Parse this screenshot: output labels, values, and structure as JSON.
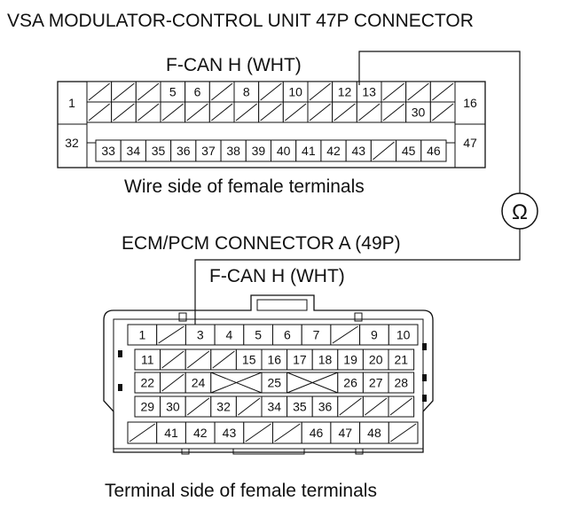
{
  "title": "VSA MODULATOR-CONTROL UNIT 47P CONNECTOR",
  "vsa": {
    "wire_label": "F-CAN H (WHT)",
    "caption": "Wire side of female terminals",
    "row1": [
      "1",
      "",
      "",
      "",
      "5",
      "6",
      "",
      "8",
      "",
      "10",
      "",
      "12",
      "13",
      "",
      "",
      "",
      "16"
    ],
    "row2_number": "30",
    "row3": [
      "32",
      "33",
      "34",
      "35",
      "36",
      "37",
      "38",
      "39",
      "40",
      "41",
      "42",
      "43",
      "",
      "45",
      "46",
      "47"
    ]
  },
  "meter_symbol": "Ω",
  "ecm": {
    "label": "ECM/PCM CONNECTOR A (49P)",
    "wire_label": "F-CAN H (WHT)",
    "caption": "Terminal side of female terminals",
    "row1": [
      "1",
      "",
      "3",
      "4",
      "5",
      "6",
      "7",
      "",
      "9",
      "10"
    ],
    "row2": [
      "11",
      "",
      "",
      "",
      "15",
      "16",
      "17",
      "18",
      "19",
      "20",
      "21"
    ],
    "row3": [
      "22",
      "",
      "24",
      "",
      "25",
      "",
      "26",
      "27",
      "28"
    ],
    "row4": [
      "29",
      "30",
      "",
      "32",
      "",
      "34",
      "35",
      "36",
      "",
      "",
      ""
    ],
    "row5": [
      "",
      "41",
      "42",
      "43",
      "",
      "",
      "46",
      "47",
      "48",
      ""
    ]
  }
}
